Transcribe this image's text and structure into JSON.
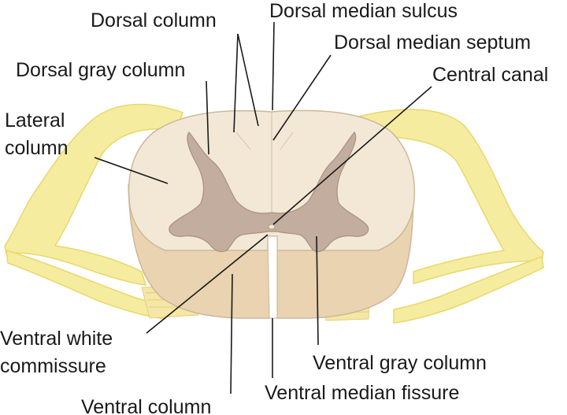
{
  "colors": {
    "nerve": "#f6eca0",
    "nerve_edge": "#e8d86a",
    "white_matter": "#f3e8d6",
    "white_matter_lower": "#e9d3b0",
    "gray_matter": "#c2ad9e",
    "outline": "#cdb79a",
    "text": "#1a1a1a"
  },
  "labels": {
    "dorsal_column": "Dorsal column",
    "dorsal_median_sulcus": "Dorsal median sulcus",
    "dorsal_median_septum": "Dorsal median septum",
    "dorsal_gray_column": "Dorsal gray column",
    "central_canal": "Central canal",
    "lateral_column_1": "Lateral",
    "lateral_column_2": "column",
    "ventral_white_commissure_1": "Ventral white",
    "ventral_white_commissure_2": "commissure",
    "ventral_gray_column": "Ventral gray column",
    "ventral_median_fissure": "Ventral median fissure",
    "ventral_column": "Ventral column"
  }
}
